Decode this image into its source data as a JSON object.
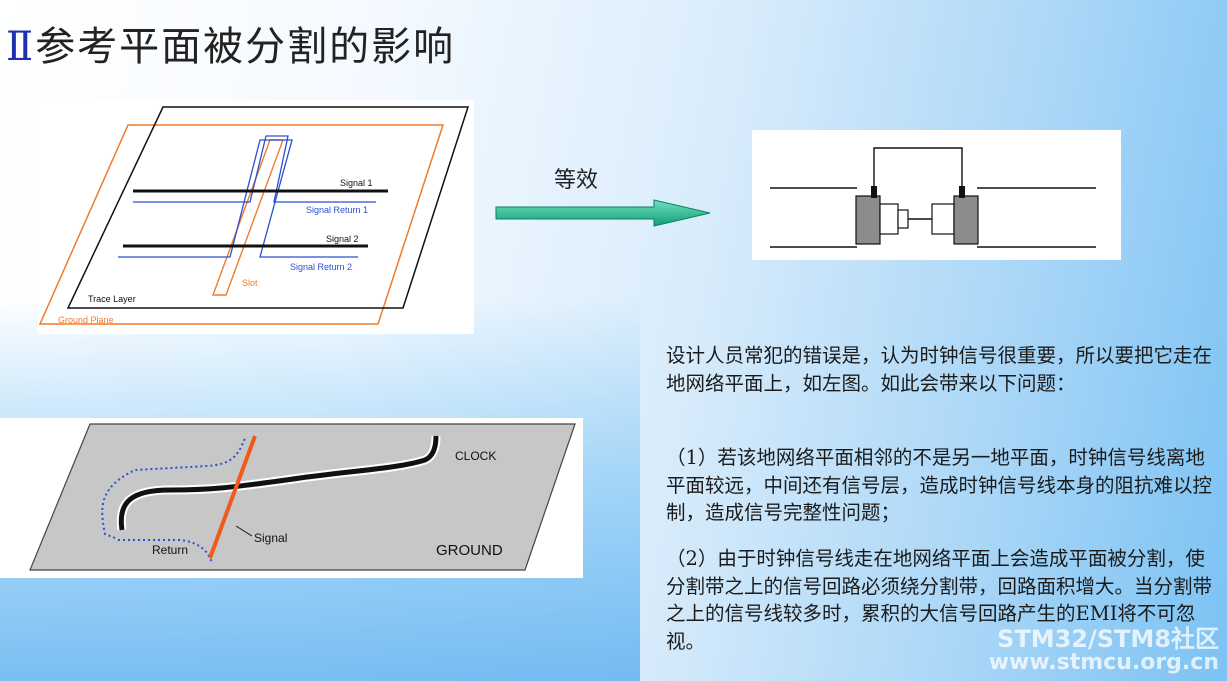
{
  "title": {
    "number": "Ⅱ",
    "text": "参考平面被分割的影响"
  },
  "diagram1": {
    "signal1": "Signal 1",
    "signal_return1": "Signal Return 1",
    "signal2": "Signal 2",
    "signal_return2": "Signal Return 2",
    "slot": "Slot",
    "trace_layer": "Trace Layer",
    "ground_plane": "Ground Plane"
  },
  "equivalent_label": "等效",
  "diagram3": {
    "clock": "CLOCK",
    "signal": "Signal",
    "return": "Return",
    "ground": "GROUND"
  },
  "paragraphs": [
    "设计人员常犯的错误是，认为时钟信号很重要，所以要把它走在地网络平面上，如左图。如此会带来以下问题：",
    "（1）若该地网络平面相邻的不是另一地平面，时钟信号线离地平面较远，中间还有信号层，造成时钟信号线本身的阻抗难以控制，造成信号完整性问题；",
    "（2）由于时钟信号线走在地网络平面上会造成平面被分割，使分割带之上的信号回路必须绕分割带，回路面积增大。当分割带之上的信号线较多时，累积的大信号回路产生的EMI将不可忽视。"
  ],
  "watermark": {
    "line1": "STM32/STM8社区",
    "line2": "www.stmcu.org.cn"
  },
  "colors": {
    "title_number": "#1f2fb0",
    "slot_orange": "#f07a2e",
    "return_blue": "#2a4fd4",
    "arrow_green": "#1fb38a"
  }
}
